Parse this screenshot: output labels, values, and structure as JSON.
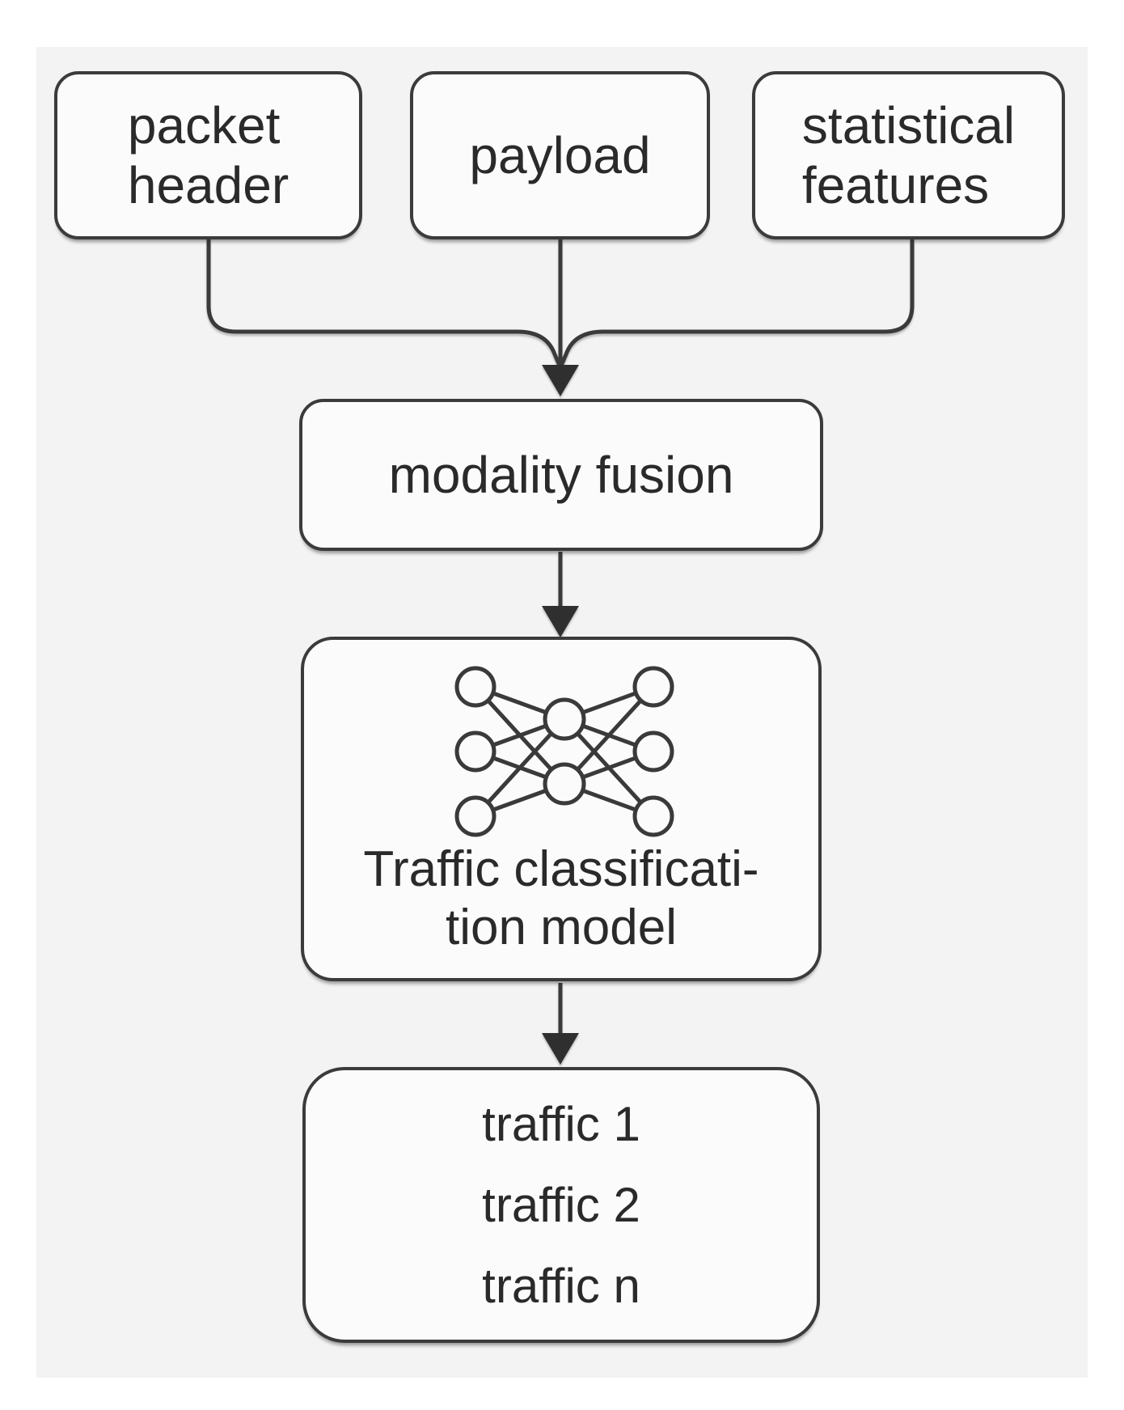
{
  "diagram": {
    "type": "flowchart",
    "nodes": {
      "inputs": [
        {
          "id": "packet-header",
          "label_lines": [
            "packet",
            "header"
          ]
        },
        {
          "id": "payload",
          "label_lines": [
            "payload"
          ]
        },
        {
          "id": "statistical-features",
          "label_lines": [
            "statistical",
            "features"
          ]
        }
      ],
      "fusion": {
        "id": "modality-fusion",
        "label": "modality fusion"
      },
      "classifier": {
        "id": "traffic-classification-model",
        "icon": "neural-network-icon",
        "label_lines": [
          "Traffic classificati-",
          "tion model"
        ]
      },
      "outputs": {
        "id": "traffic-outputs",
        "label_lines": [
          "traffic 1",
          "traffic 2",
          "traffic n"
        ]
      }
    },
    "edges": [
      {
        "from": "packet-header",
        "to": "modality-fusion"
      },
      {
        "from": "payload",
        "to": "modality-fusion"
      },
      {
        "from": "statistical-features",
        "to": "modality-fusion"
      },
      {
        "from": "modality-fusion",
        "to": "traffic-classification-model"
      },
      {
        "from": "traffic-classification-model",
        "to": "traffic-outputs"
      }
    ],
    "neural_network_icon": {
      "layer_sizes": [
        3,
        2,
        3
      ]
    },
    "colors": {
      "page_bg": "#ffffff",
      "panel_bg": "#f3f3f4",
      "node_fill": "#fbfbfb",
      "stroke": "#3b3b3b",
      "text": "#2a2a2a"
    }
  }
}
